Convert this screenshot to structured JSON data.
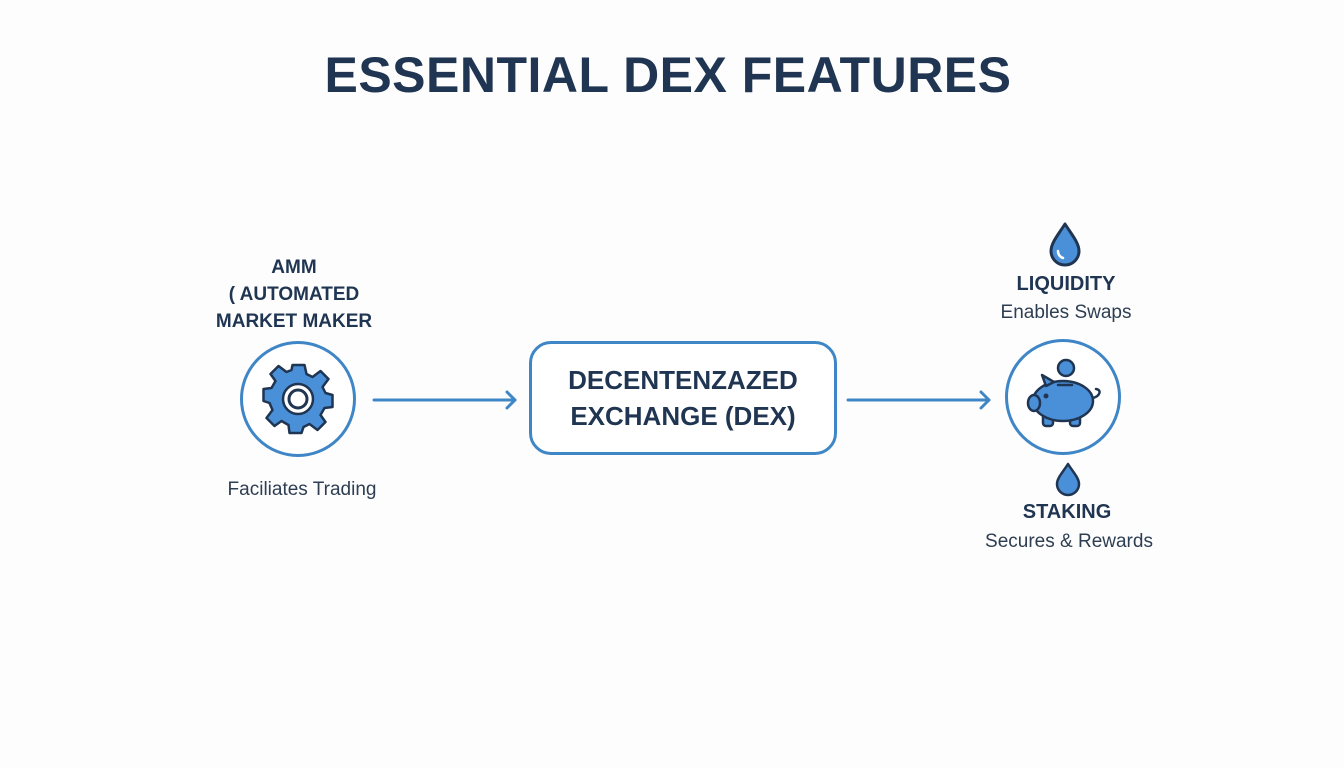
{
  "title": "ESSENTIAL DEX FEATURES",
  "amm": {
    "label_lines": [
      "AMM",
      "( AUTOMATED",
      "MARKET MAKER"
    ],
    "icon": "gear-icon",
    "description": "Faciliates Trading"
  },
  "center": {
    "lines": [
      "DECENTENZAZED",
      "EXCHANGE (DEX)"
    ]
  },
  "liquidity": {
    "icon": "water-drop-icon",
    "title": "LIQUIDITY",
    "description": "Enables Swaps"
  },
  "hub": {
    "icon": "piggy-bank-icon"
  },
  "staking": {
    "icon": "water-drop-icon",
    "title": "STAKING",
    "description": "Secures & Rewards"
  },
  "colors": {
    "accent": "#3f86c7",
    "icon_fill": "#4a90d9",
    "text_dark": "#1f3552",
    "text_body": "#2e3e52"
  }
}
